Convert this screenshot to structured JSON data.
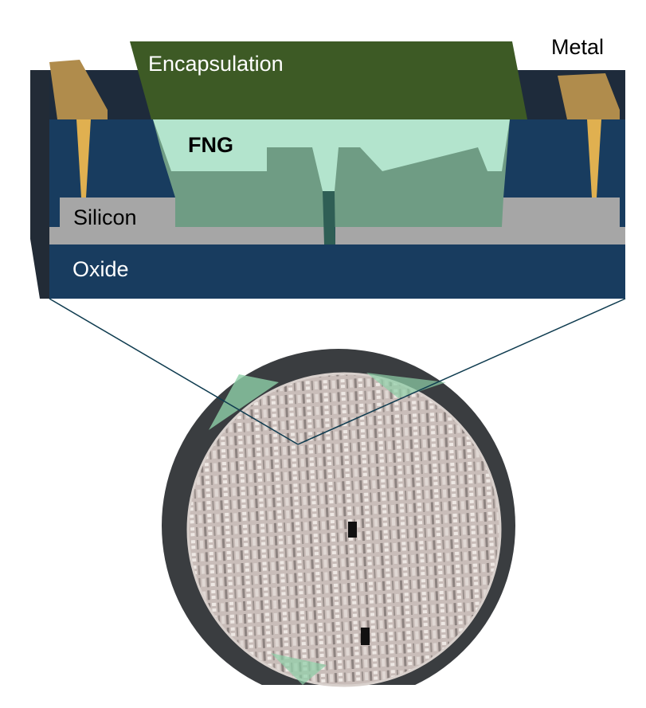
{
  "labels": {
    "encapsulation": "Encapsulation",
    "metal": "Metal",
    "fng": "FNG",
    "silicon": "Silicon",
    "oxide": "Oxide"
  },
  "colors": {
    "encapsulation": "#3d5a25",
    "fng": "#b3e4cd",
    "fng_dark": "#6f9c84",
    "silicon": "#a6a6a6",
    "oxide": "#183c5f",
    "metal": "#b08c4c",
    "top_layer": "#1e2b3b",
    "wafer_ring": "#3a3d40",
    "wafer": "#c6bab6"
  }
}
